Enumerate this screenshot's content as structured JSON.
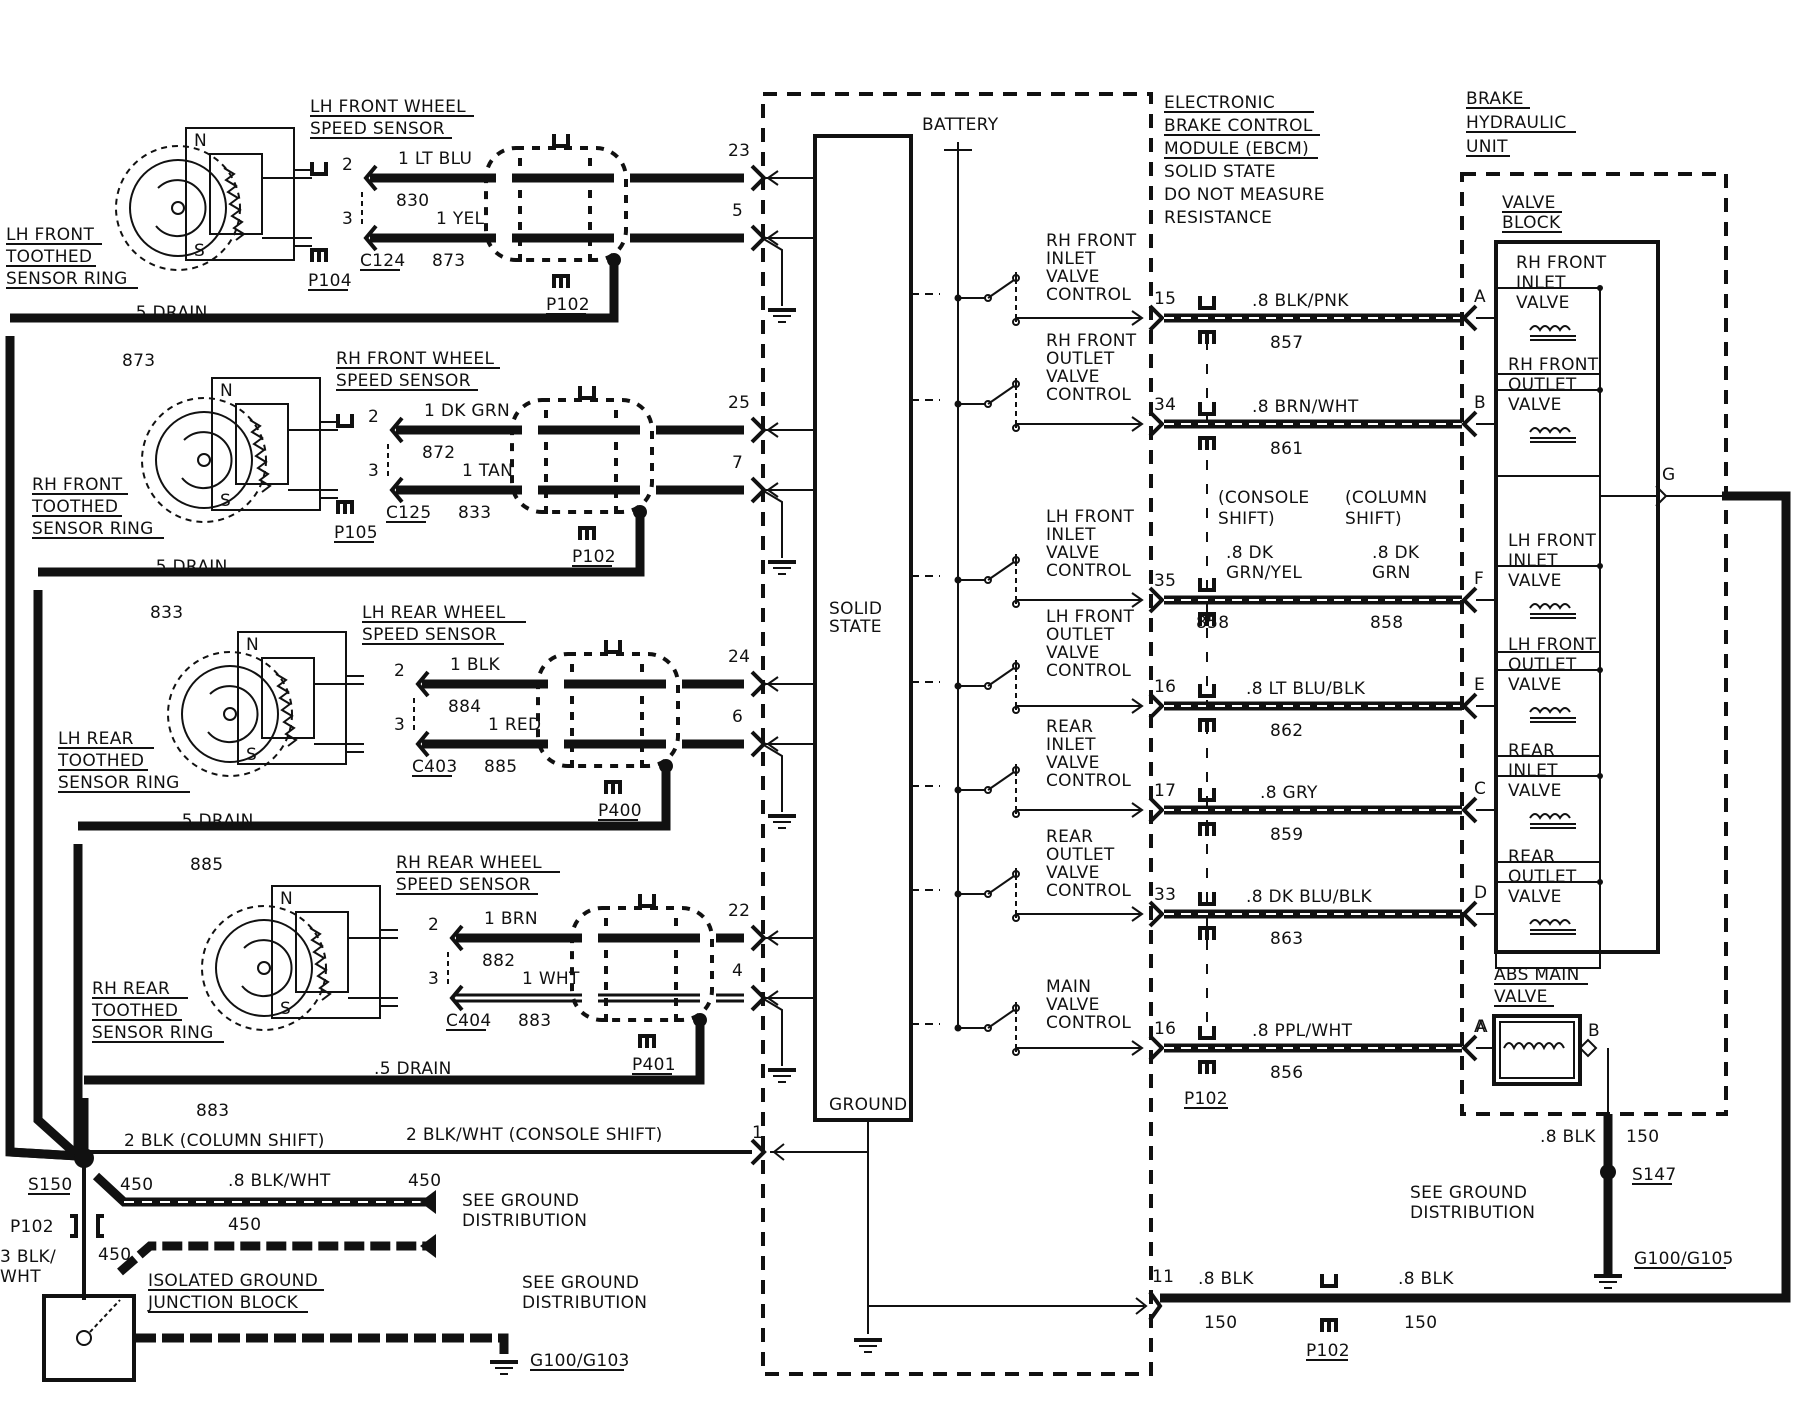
{
  "sensors": [
    {
      "name_l1": "LH FRONT WHEEL",
      "name_l2": "SPEED SENSOR",
      "ring_l1": "LH FRONT",
      "ring_l2": "TOOTHED",
      "ring_l3": "SENSOR RING",
      "pin_top": "2",
      "pin_bot": "3",
      "wire_top": "1 LT BLU",
      "wire_bot": "1 YEL",
      "circ_top": "830",
      "circ_bot": "873",
      "conn": "C124",
      "sensor_conn": "P104",
      "shield_conn": "P102",
      "ecu_top": "23",
      "ecu_bot": "5",
      "drain": ".5 DRAIN",
      "drain_circ": "873"
    },
    {
      "name_l1": "RH FRONT WHEEL",
      "name_l2": "SPEED SENSOR",
      "ring_l1": "RH FRONT",
      "ring_l2": "TOOTHED",
      "ring_l3": "SENSOR RING",
      "pin_top": "2",
      "pin_bot": "3",
      "wire_top": "1 DK GRN",
      "wire_bot": "1 TAN",
      "circ_top": "872",
      "circ_bot": "833",
      "conn": "C125",
      "sensor_conn": "P105",
      "shield_conn": "P102",
      "ecu_top": "25",
      "ecu_bot": "7",
      "drain": ".5 DRAIN",
      "drain_circ": "833"
    },
    {
      "name_l1": "LH REAR WHEEL",
      "name_l2": "SPEED SENSOR",
      "ring_l1": "LH REAR",
      "ring_l2": "TOOTHED",
      "ring_l3": "SENSOR RING",
      "pin_top": "2",
      "pin_bot": "3",
      "wire_top": "1 BLK",
      "wire_bot": "1 RED",
      "circ_top": "884",
      "circ_bot": "885",
      "conn": "C403",
      "sensor_conn": "",
      "shield_conn": "P400",
      "ecu_top": "24",
      "ecu_bot": "6",
      "drain": ".5 DRAIN",
      "drain_circ": "885"
    },
    {
      "name_l1": "RH REAR WHEEL",
      "name_l2": "SPEED SENSOR",
      "ring_l1": "RH REAR",
      "ring_l2": "TOOTHED",
      "ring_l3": "SENSOR RING",
      "pin_top": "2",
      "pin_bot": "3",
      "wire_top": "1 BRN",
      "wire_bot": "1 WHT",
      "circ_top": "882",
      "circ_bot": "883",
      "conn": "C404",
      "sensor_conn": "",
      "shield_conn": "P401",
      "ecu_top": "22",
      "ecu_bot": "4",
      "drain": ".5 DRAIN",
      "drain_circ": "883"
    }
  ],
  "pole_n": "N",
  "pole_s": "S",
  "ebcm": {
    "l1": "ELECTRONIC",
    "l2": "BRAKE CONTROL",
    "l3": "MODULE (EBCM)",
    "l4": "SOLID STATE",
    "l5": "DO NOT MEASURE",
    "l6": "RESISTANCE",
    "battery": "BATTERY",
    "solid1": "SOLID",
    "solid2": "STATE",
    "ground": "GROUND"
  },
  "controls": [
    {
      "l1": "RH FRONT",
      "l2": "INLET",
      "l3": "VALVE",
      "l4": "CONTROL",
      "pin": "15",
      "wire": ".8 BLK/PNK",
      "circ": "857",
      "term": "A"
    },
    {
      "l1": "RH FRONT",
      "l2": "OUTLET",
      "l3": "VALVE",
      "l4": "CONTROL",
      "pin": "34",
      "wire": ".8 BRN/WHT",
      "circ": "861",
      "term": "B"
    },
    {
      "l1": "LH FRONT",
      "l2": "INLET",
      "l3": "VALVE",
      "l4": "CONTROL",
      "pin": "35",
      "wire": "",
      "circ": "858",
      "term": "F"
    },
    {
      "l1": "LH FRONT",
      "l2": "OUTLET",
      "l3": "VALVE",
      "l4": "CONTROL",
      "pin": "16",
      "wire": ".8 LT BLU/BLK",
      "circ": "862",
      "term": "E"
    },
    {
      "l1": "REAR",
      "l2": "INLET",
      "l3": "VALVE",
      "l4": "CONTROL",
      "pin": "17",
      "wire": ".8 GRY",
      "circ": "859",
      "term": "C"
    },
    {
      "l1": "REAR",
      "l2": "OUTLET",
      "l3": "VALVE",
      "l4": "CONTROL",
      "pin": "33",
      "wire": ".8 DK BLU/BLK",
      "circ": "863",
      "term": "D"
    },
    {
      "l1": "MAIN",
      "l2": "VALVE",
      "l3": "CONTROL",
      "l4": "",
      "pin": "16",
      "wire": ".8 PPL/WHT",
      "circ": "856",
      "term": "A"
    }
  ],
  "lf_inlet_variants": {
    "console_l1": "(CONSOLE",
    "console_l2": "SHIFT)",
    "console_w1": ".8 DK",
    "console_w2": "GRN/YEL",
    "console_circ": "858",
    "column_l1": "(COLUMN",
    "column_l2": "SHIFT)",
    "column_w1": ".8 DK",
    "column_w2": "GRN",
    "column_circ": "858"
  },
  "bhu": {
    "l1": "BRAKE",
    "l2": "HYDRAULIC",
    "l3": "UNIT",
    "vb1": "VALVE",
    "vb2": "BLOCK",
    "valves": [
      {
        "l1": "RH FRONT",
        "l2": "INLET",
        "l3": "VALVE"
      },
      {
        "l1": "RH FRONT",
        "l2": "OUTLET",
        "l3": "VALVE"
      },
      {
        "l1": "LH FRONT",
        "l2": "INLET",
        "l3": "VALVE"
      },
      {
        "l1": "LH FRONT",
        "l2": "OUTLET",
        "l3": "VALVE"
      },
      {
        "l1": "REAR",
        "l2": "INLET",
        "l3": "VALVE"
      },
      {
        "l1": "REAR",
        "l2": "OUTLET",
        "l3": "VALVE"
      }
    ],
    "g": "G",
    "abs1": "ABS MAIN",
    "abs2": "VALVE",
    "abs_a": "A",
    "abs_b": "B"
  },
  "ground": {
    "s150": "S150",
    "col_shift": "2 BLK (COLUMN SHIFT)",
    "con_shift": "2 BLK/WHT (CONSOLE SHIFT)",
    "pin1": "1",
    "c450a": "450",
    "wire_450": ".8 BLK/WHT",
    "c450b": "450",
    "c450c": "450",
    "c450d": "450",
    "p102": "P102",
    "blk3_1": "3 BLK/",
    "blk3_2": "WHT",
    "see1_l1": "SEE GROUND",
    "see1_l2": "DISTRIBUTION",
    "see2_l1": "SEE GROUND",
    "see2_l2": "DISTRIBUTION",
    "see3_l1": "SEE GROUND",
    "see3_l2": "DISTRIBUTION",
    "iso1": "ISOLATED GROUND",
    "iso2": "JUNCTION BLOCK",
    "g103": "G100/G103",
    "pin11": "11",
    "blk_a": ".8 BLK",
    "blk_b": ".8 BLK",
    "c150a": "150",
    "c150b": "150",
    "p102b": "P102",
    "abs_wire": ".8 BLK",
    "abs_circ": "150",
    "s147": "S147",
    "g105": "G100/G105",
    "p102c": "P102"
  }
}
